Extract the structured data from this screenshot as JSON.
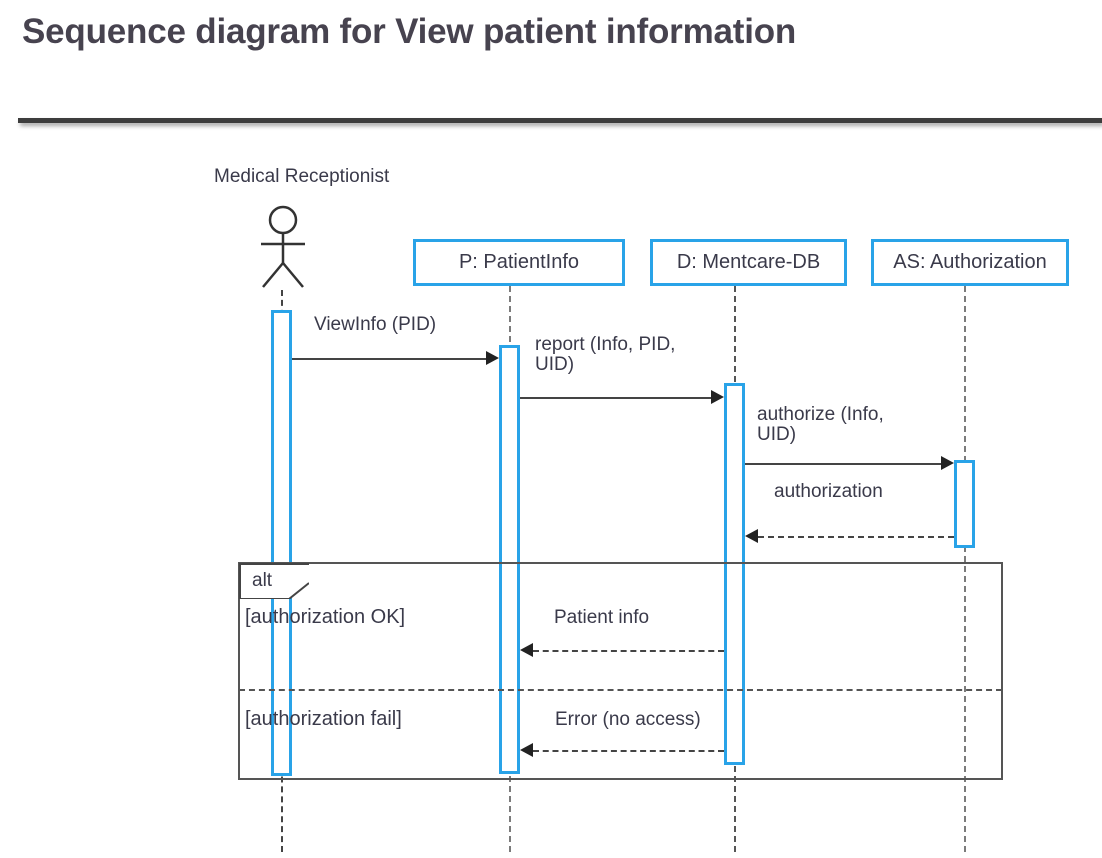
{
  "slide": {
    "title": "Sequence diagram for View patient information"
  },
  "diagram": {
    "type": "uml-sequence-diagram",
    "colors": {
      "participant_border": "#29a3e8",
      "activation_border": "#29a3e8",
      "text": "#3a3a4a",
      "message_line": "#444444",
      "lifeline": "#7b7b7b",
      "frame_border": "#555555",
      "title_text": "#47434f",
      "title_rule": "#3d3d3d"
    },
    "actor": {
      "label": "Medical Receptionist",
      "icon": "stick-figure-actor-icon"
    },
    "participants": [
      {
        "id": "P",
        "label": "P: PatientInfo"
      },
      {
        "id": "D",
        "label": "D: Mentcare-DB"
      },
      {
        "id": "AS",
        "label": "AS: Authorization"
      }
    ],
    "messages": [
      {
        "order": 1,
        "label": "ViewInfo (PID)",
        "from": "Medical Receptionist",
        "to": "P",
        "style": "solid",
        "direction": "right"
      },
      {
        "order": 2,
        "label": "report (Info, PID,\nUID)",
        "from": "P",
        "to": "D",
        "style": "solid",
        "direction": "right"
      },
      {
        "order": 3,
        "label": "authorize (Info,\nUID)",
        "from": "D",
        "to": "AS",
        "style": "solid",
        "direction": "right"
      },
      {
        "order": 4,
        "label": "authorization",
        "from": "AS",
        "to": "D",
        "style": "dashed",
        "direction": "left"
      },
      {
        "order": 5,
        "label": "Patient info",
        "from": "D",
        "to": "P",
        "style": "dashed",
        "direction": "left"
      },
      {
        "order": 6,
        "label": "Error (no access)",
        "from": "D",
        "to": "P",
        "style": "dashed",
        "direction": "left"
      }
    ],
    "fragment": {
      "operator": "alt",
      "guards": [
        "[authorization OK]",
        "[authorization fail]"
      ]
    }
  }
}
